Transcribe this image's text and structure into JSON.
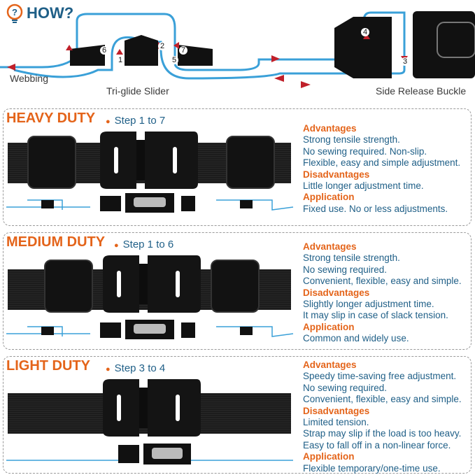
{
  "how": {
    "title": "HOW?",
    "labels": {
      "webbing": "Webbing",
      "triglide": "Tri-glide Slider",
      "buckle": "Side Release Buckle"
    },
    "steps": [
      "1",
      "2",
      "3",
      "4",
      "5",
      "6",
      "7"
    ]
  },
  "panels": [
    {
      "title": "HEAVY DUTY",
      "step": "Step 1 to 7",
      "advantages_heading": "Advantages",
      "advantages": [
        "Strong tensile strength.",
        "No sewing required. Non-slip.",
        "Flexible, easy and simple adjustment."
      ],
      "disadvantages_heading": "Disadvantages",
      "disadvantages": [
        "Little longer adjustment time."
      ],
      "application_heading": "Application",
      "application": [
        "Fixed use. No or less adjustments."
      ]
    },
    {
      "title": "MEDIUM DUTY",
      "step": "Step 1 to 6",
      "advantages_heading": "Advantages",
      "advantages": [
        "Strong tensile strength.",
        "No sewing required.",
        "Convenient, flexible, easy and simple."
      ],
      "disadvantages_heading": "Disadvantages",
      "disadvantages": [
        "Slightly longer adjustment time.",
        "It may slip in case of slack tension."
      ],
      "application_heading": "Application",
      "application": [
        "Common and widely use."
      ]
    },
    {
      "title": "LIGHT DUTY",
      "step": "Step 3 to 4",
      "advantages_heading": "Advantages",
      "advantages": [
        "Speedy time-saving free adjustment.",
        "No sewing required.",
        "Convenient, flexible, easy and simple."
      ],
      "disadvantages_heading": "Disadvantages",
      "disadvantages": [
        "Limited tension.",
        "Strap may slip if the load is too heavy.",
        "Easy to fall off in a non-linear force."
      ],
      "application_heading": "Application",
      "application": [
        "Flexible temporary/one-time use."
      ]
    }
  ],
  "colors": {
    "accent": "#e4641a",
    "text": "#1f5f87",
    "webbing": "#3aa0d8",
    "arrow": "#c0202a"
  }
}
